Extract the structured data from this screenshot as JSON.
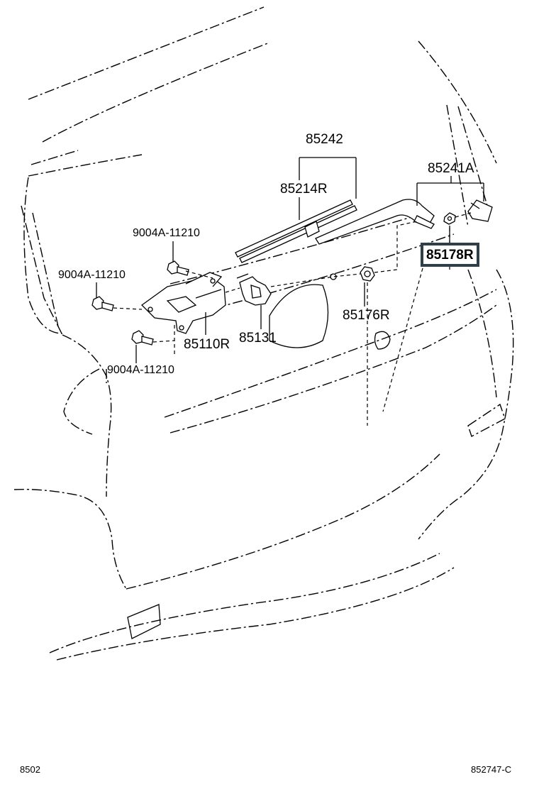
{
  "labels": {
    "p85242": "85242",
    "p85214R": "85214R",
    "p85241A": "85241A",
    "p85178R": "85178R",
    "bolt_top": "9004A-11210",
    "bolt_left": "9004A-11210",
    "bolt_bottom": "9004A-11210",
    "p85176R": "85176R",
    "p85131": "85131",
    "p85110R": "85110R"
  },
  "highlighted_part": "85178R",
  "footer": {
    "left_code": "8502",
    "right_code": "852747-C"
  },
  "colors": {
    "line": "#000000",
    "highlight_border": "#2e3f4a",
    "background": "#ffffff"
  }
}
